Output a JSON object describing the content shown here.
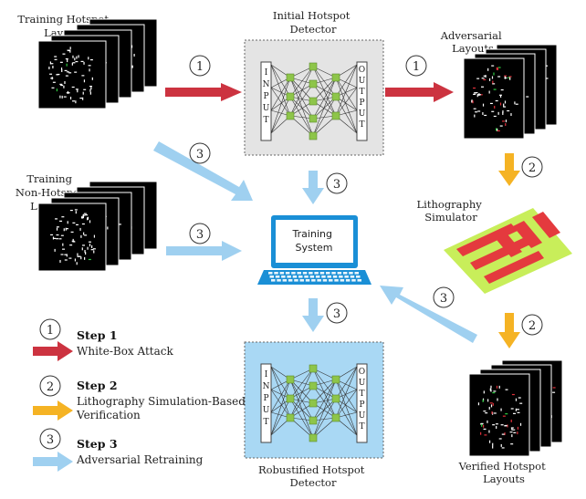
{
  "labels": {
    "training_hotspot": [
      "Training Hotspot",
      "Layouts"
    ],
    "initial_detector": [
      "Initial Hotspot",
      "Detector"
    ],
    "adversarial": [
      "Adversarial",
      "Layouts"
    ],
    "training_nonhotspot": [
      "Training",
      "Non-Hotspot",
      "Layouts"
    ],
    "litho_sim": [
      "Lithography",
      "Simulator"
    ],
    "training_system": [
      "Training",
      "System"
    ],
    "robust_detector": [
      "Robustified Hotspot",
      "Detector"
    ],
    "verified": [
      "Verified Hotspot",
      "Layouts"
    ]
  },
  "net_input": "INPUT",
  "net_output": "OUTPUT",
  "step_numbers": [
    "1",
    "2",
    "3"
  ],
  "legend": [
    {
      "num": "1",
      "title": "Step 1",
      "desc": [
        "White-Box Attack"
      ],
      "color": "#cc3340"
    },
    {
      "num": "2",
      "title": "Step 2",
      "desc": [
        "Lithography Simulation-Based",
        "Verification"
      ],
      "color": "#f5b324"
    },
    {
      "num": "3",
      "title": "Step 3",
      "desc": [
        "Adversarial Retraining"
      ],
      "color": "#9fd0f0"
    }
  ],
  "colors": {
    "attack_arrow": "#cc3340",
    "verify_arrow": "#f5b324",
    "retrain_arrow": "#9fd0f0",
    "initial_detector_bg": "#e4e4e4",
    "robust_detector_bg": "#a9d8f4",
    "network_node": "#8ec54a",
    "laptop": "#1a8fd6",
    "litho_green": "#c8ee5a",
    "litho_red": "#e43a3e"
  }
}
